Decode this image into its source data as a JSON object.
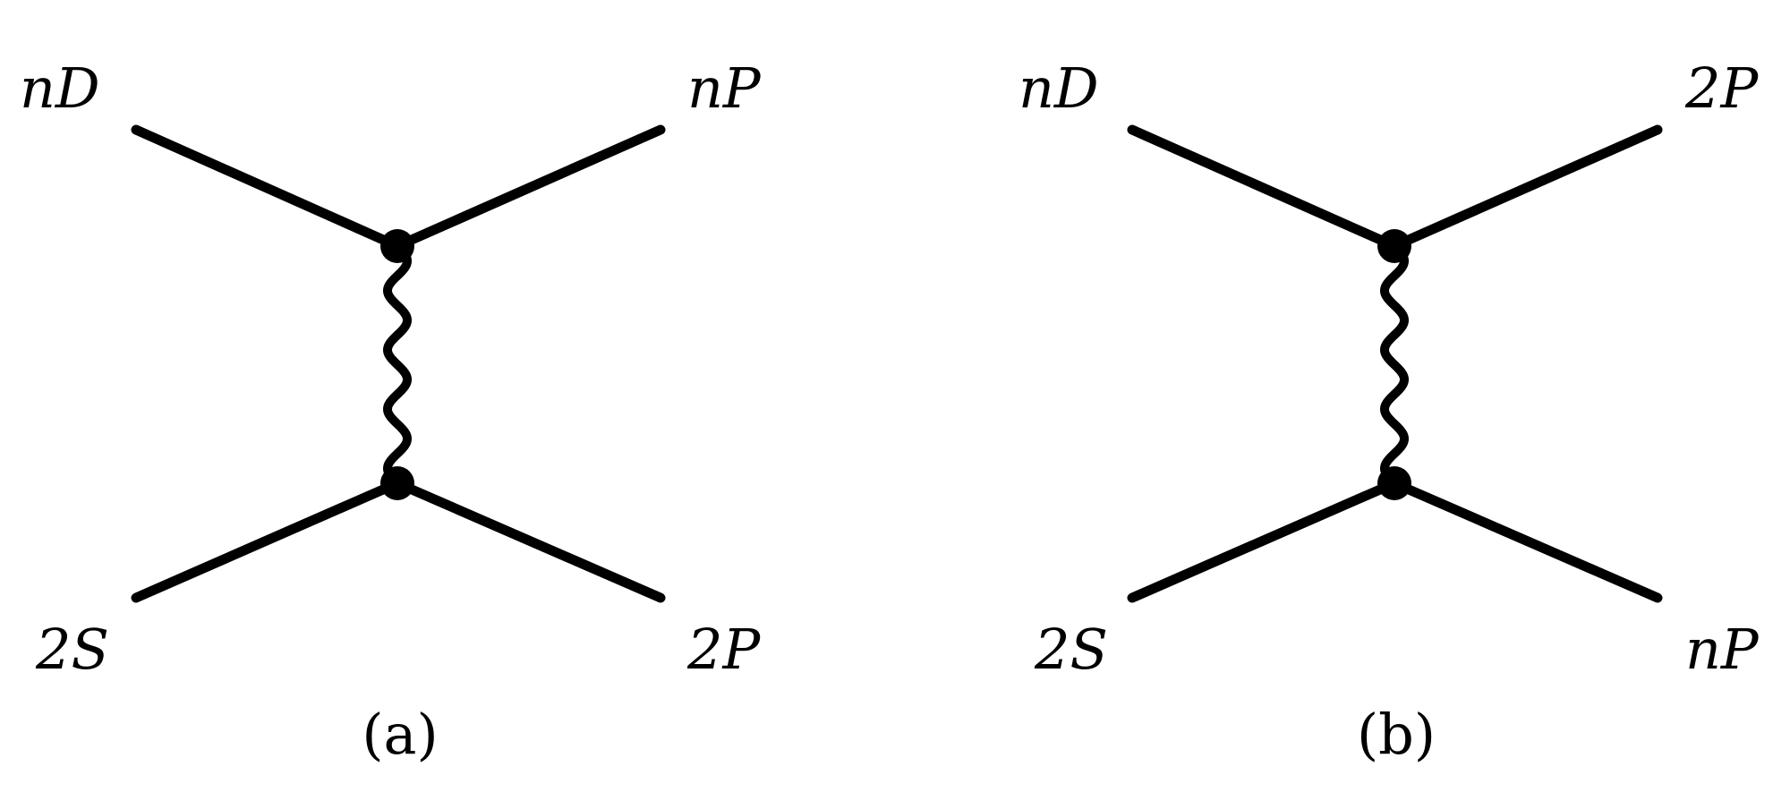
{
  "diagrams": [
    {
      "labels": {
        "top_left": "nD",
        "top_right": "nP",
        "bottom_left": "2S",
        "bottom_right": "2P"
      },
      "caption": "(a)"
    },
    {
      "labels": {
        "top_left": "nD",
        "top_right": "2P",
        "bottom_left": "2S",
        "bottom_right": "nP"
      },
      "caption": "(b)"
    }
  ],
  "colors": {
    "lines": "#000000",
    "background": "#ffffff"
  }
}
